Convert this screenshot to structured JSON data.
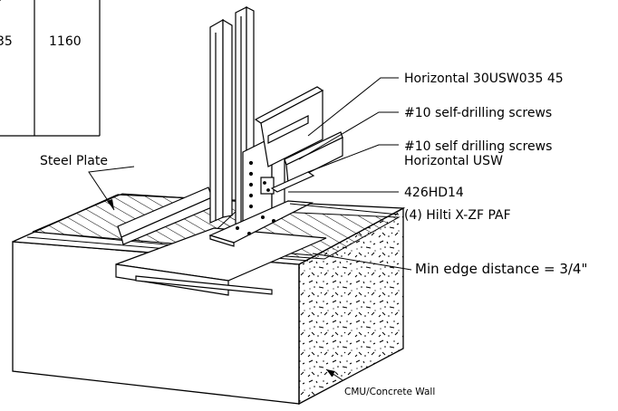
{
  "table_fragment": {
    "cell_left": "35",
    "cell_right": "1160"
  },
  "labels": {
    "steel_plate": "Steel Plate",
    "horizontal_usw": "Horizontal 30USW035 45",
    "screws_1": "#10 self-drilling screws",
    "screws_2_line1": "#10 self drilling screws",
    "screws_2_line2": "Horizontal USW",
    "holdown": "426HD14",
    "paf": "(4) Hilti X-ZF PAF",
    "edge_distance": "Min edge distance = 3/4\"",
    "wall": "CMU/Concrete Wall"
  },
  "colors": {
    "line": "#000000",
    "background": "#ffffff"
  }
}
